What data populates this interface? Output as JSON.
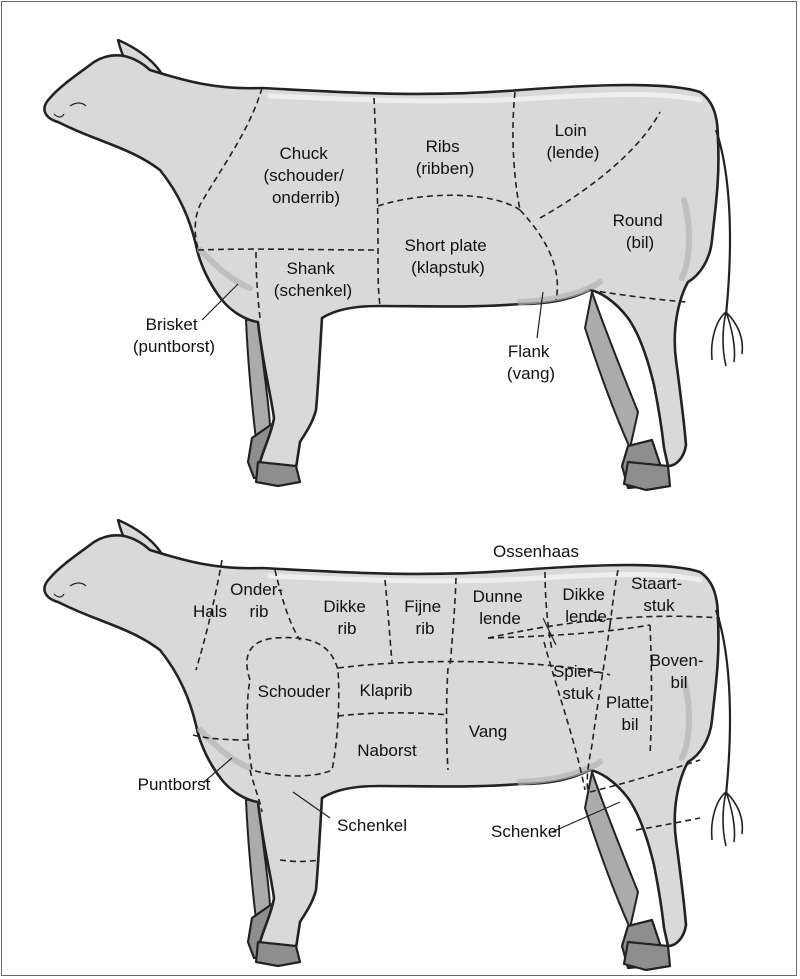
{
  "diagrams": [
    {
      "labels": {
        "chuck_1": "Chuck",
        "chuck_2": "(schouder/",
        "chuck_3": "onderrib)",
        "ribs_1": "Ribs",
        "ribs_2": "(ribben)",
        "loin_1": "Loin",
        "loin_2": "(lende)",
        "round_1": "Round",
        "round_2": "(bil)",
        "shortplate_1": "Short plate",
        "shortplate_2": "(klapstuk)",
        "shank_1": "Shank",
        "shank_2": "(schenkel)",
        "brisket_1": "Brisket",
        "brisket_2": "(puntborst)",
        "flank_1": "Flank",
        "flank_2": "(vang)"
      }
    },
    {
      "labels": {
        "hals": "Hals",
        "onderrib_1": "Onder-",
        "onderrib_2": "rib",
        "dikkerib_1": "Dikke",
        "dikkerib_2": "rib",
        "fijnerib_1": "Fijne",
        "fijnerib_2": "rib",
        "dunnelende_1": "Dunne",
        "dunnelende_2": "lende",
        "ossenhaas": "Ossenhaas",
        "dikkelende_1": "Dikke",
        "dikkelende_2": "lende",
        "staartstuk_1": "Staart-",
        "staartstuk_2": "stuk",
        "schouder": "Schouder",
        "klaprib": "Klaprib",
        "spierstuk_1": "Spier-",
        "spierstuk_2": "stuk",
        "bovenbil_1": "Boven-",
        "bovenbil_2": "bil",
        "plattebil_1": "Platte",
        "plattebil_2": "bil",
        "naborst": "Naborst",
        "vang": "Vang",
        "puntborst": "Puntborst",
        "schenkel_front": "Schenkel",
        "schenkel_rear": "Schenkel"
      }
    }
  ]
}
